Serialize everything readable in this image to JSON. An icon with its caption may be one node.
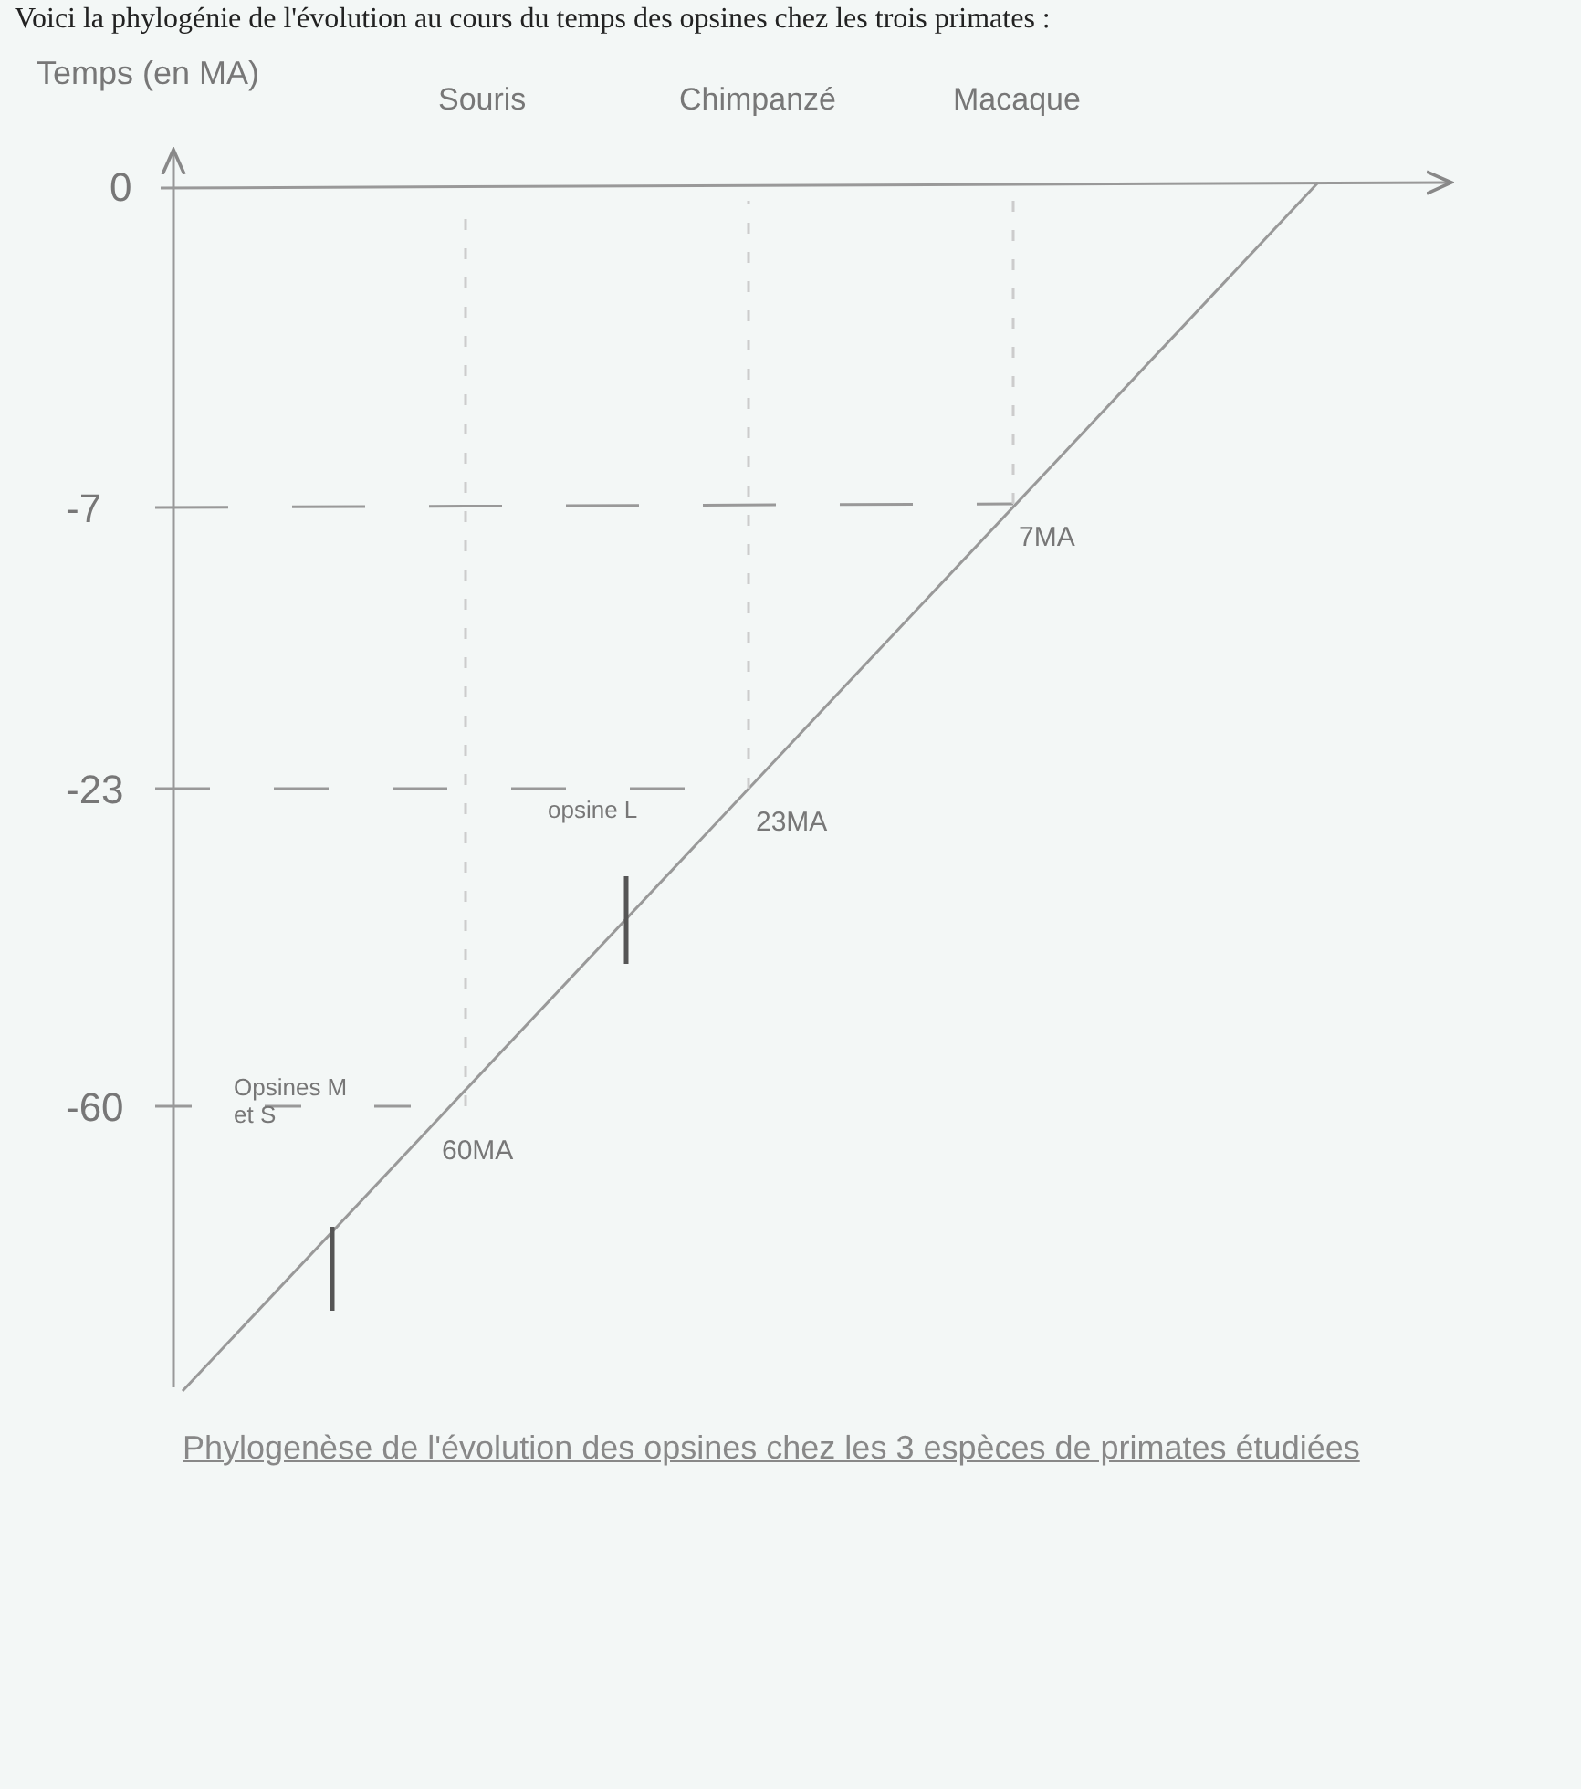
{
  "diagram": {
    "title": "Voici la phylogénie de l'évolution au cours du temps des opsines chez les trois primates :",
    "caption": "Phylogenèse de l'évolution des opsines chez les 3 espèces de primates étudiées",
    "labels": [
      "Temps (en MA)",
      "Souris",
      "Chimpanzé",
      "Macaque",
      "0",
      "-7",
      "7MA",
      "-23",
      "opsine L",
      "23MA",
      "-60",
      "Opsines M et S",
      "60MA"
    ]
  }
}
